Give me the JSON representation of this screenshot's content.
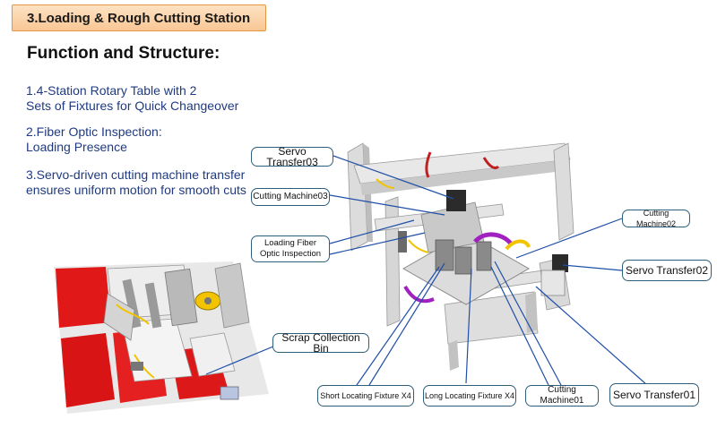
{
  "header": {
    "title": "3.Loading & Rough Cutting Station"
  },
  "section_heading": "Function and Structure:",
  "features": [
    {
      "lines": [
        "1.4-Station Rotary Table with 2",
        "Sets of Fixtures for Quick Changeover"
      ]
    },
    {
      "lines": [
        "2.Fiber Optic Inspection:",
        "Loading Presence"
      ]
    },
    {
      "lines": [
        "3.Servo-driven cutting machine transfer",
        "ensures uniform motion for smooth cuts"
      ]
    }
  ],
  "callouts": {
    "servo_transfer03": "Servo Transfer03",
    "cutting_machine03": "Cutting Machine03",
    "loading_fiber": [
      "Loading Fiber",
      "Optic Inspection"
    ],
    "cutting_machine02": "Cutting Machine02",
    "servo_transfer02": "Servo Transfer02",
    "scrap_collection_bin": "Scrap Collection Bin",
    "short_locating_fixture": "Short Locating Fixture X4",
    "long_locating_fixture": "Long Locating Fixture X4",
    "cutting_machine01": "Cutting Machine01",
    "servo_transfer01": "Servo Transfer01"
  },
  "colors": {
    "banner_fill": "#fbd3a8",
    "banner_border": "#e3953f",
    "feature_text": "#1f3a80",
    "callout_border": "#2e5f7a",
    "leader_line": "#1f4fa8",
    "fixture_red": "#e01818"
  }
}
